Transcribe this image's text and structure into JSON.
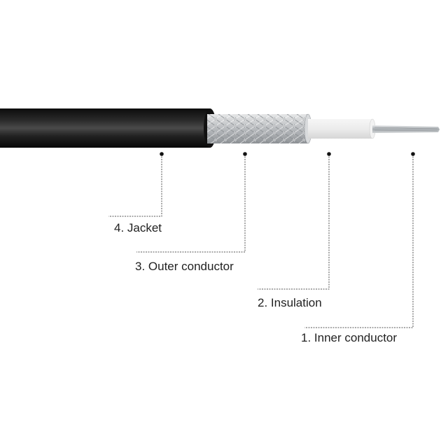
{
  "diagram": {
    "subject": "Coaxial cable cross-section layers",
    "colors": {
      "jacket": "#1a1a1a",
      "braid": "#c9cbcd",
      "insulation": "#eeeeee",
      "conductor": "#bfc3c6",
      "leader_line": "#555555",
      "text": "#222222"
    },
    "layers": [
      {
        "number": "1",
        "name": "Inner conductor",
        "label": "1. Inner conductor"
      },
      {
        "number": "2",
        "name": "Insulation",
        "label": "2. Insulation"
      },
      {
        "number": "3",
        "name": "Outer conductor",
        "label": "3. Outer conductor"
      },
      {
        "number": "4",
        "name": "Jacket",
        "label": "4. Jacket"
      }
    ]
  }
}
